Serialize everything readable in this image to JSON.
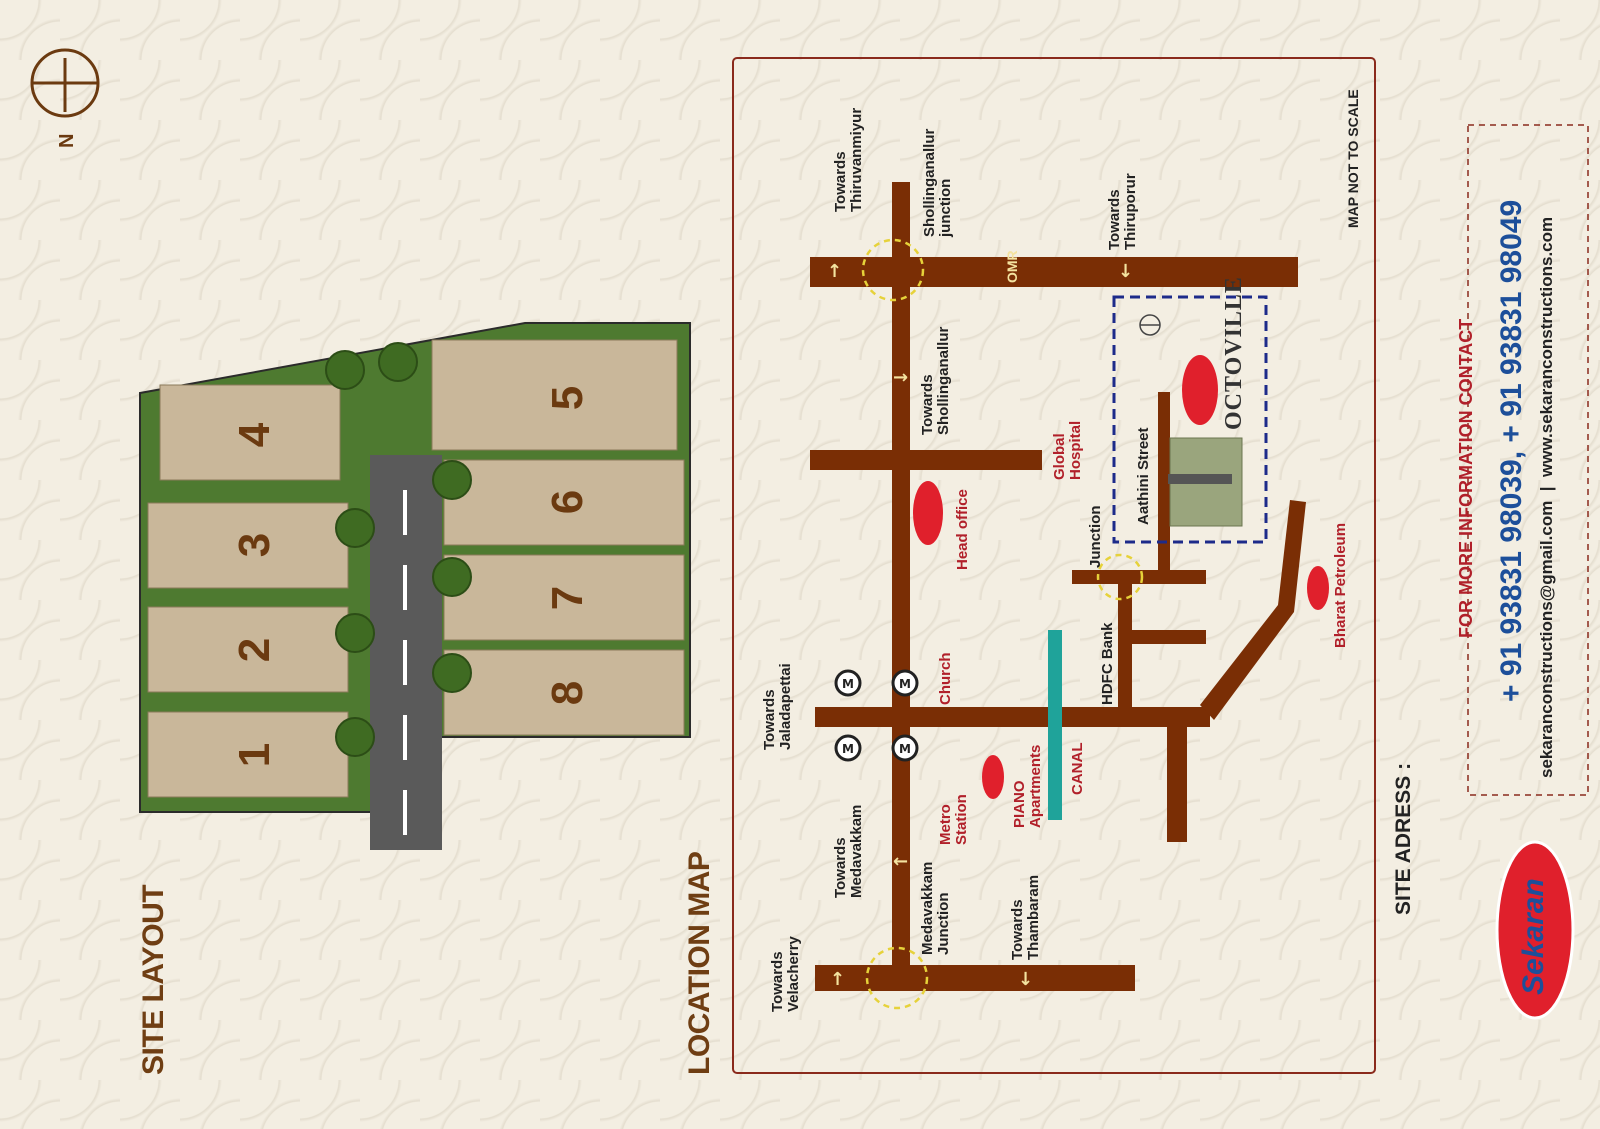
{
  "headings": {
    "site_layout": "SITE LAYOUT",
    "location_map": "LOCATION MAP",
    "site_address": "SITE ADRESS :"
  },
  "compass_letter": "N",
  "plots": [
    {
      "num": "1"
    },
    {
      "num": "2"
    },
    {
      "num": "3"
    },
    {
      "num": "4"
    },
    {
      "num": "5"
    },
    {
      "num": "6"
    },
    {
      "num": "7"
    },
    {
      "num": "8"
    }
  ],
  "map": {
    "not_to_scale": "MAP NOT TO SCALE",
    "road_name": "OMR",
    "project_name": "OCTOVILLE",
    "labels": {
      "towards_thiruvanmiyur": [
        "Towards",
        "Thiruvanmiyur"
      ],
      "shollinganallur_junction": [
        "Shollinganallur",
        "junction"
      ],
      "towards_thiruporur": [
        "Towards",
        "Thiruporur"
      ],
      "towards_shollinganallur": [
        "Towards",
        "Shollinganallur"
      ],
      "global_hospital": [
        "Global",
        "Hospital"
      ],
      "aathini_street": [
        "Aathini Street"
      ],
      "junction": [
        "Junction"
      ],
      "hdfc_bank": [
        "HDFC Bank"
      ],
      "bharat_petroleum": [
        "Bharat Petroleum"
      ],
      "head_office": [
        "Head office"
      ],
      "church": [
        "Church"
      ],
      "towards_jaladapettai": [
        "Towards",
        "Jaladapettai"
      ],
      "metro_station": [
        "Metro",
        "Station"
      ],
      "piano_apartments": [
        "PIANO",
        "Apartments"
      ],
      "canal": [
        "CANAL"
      ],
      "towards_medavakkam": [
        "Towards",
        "Medavakkam"
      ],
      "medavakkam_junction": [
        "Medavakkam",
        "Junction"
      ],
      "towards_thambaram": [
        "Towards",
        "Thambaram"
      ],
      "towards_velacherry": [
        "Towards",
        "Velacherry"
      ]
    }
  },
  "contact": {
    "heading": "FOR MORE INFORMATION CONTACT",
    "phones": "+ 91 93831 98039,   + 91 93831 98049",
    "email": "sekaranconstructions@gmail.com",
    "separator": "|",
    "website": "www.sekaranconstructions.com"
  },
  "brand": {
    "logo_text": "Sekaran",
    "color": "#e0202c"
  },
  "colors": {
    "road": "#7a2e05",
    "plot": "#c9b79a",
    "grass": "#4e7a30",
    "heading": "#6f3e13"
  }
}
